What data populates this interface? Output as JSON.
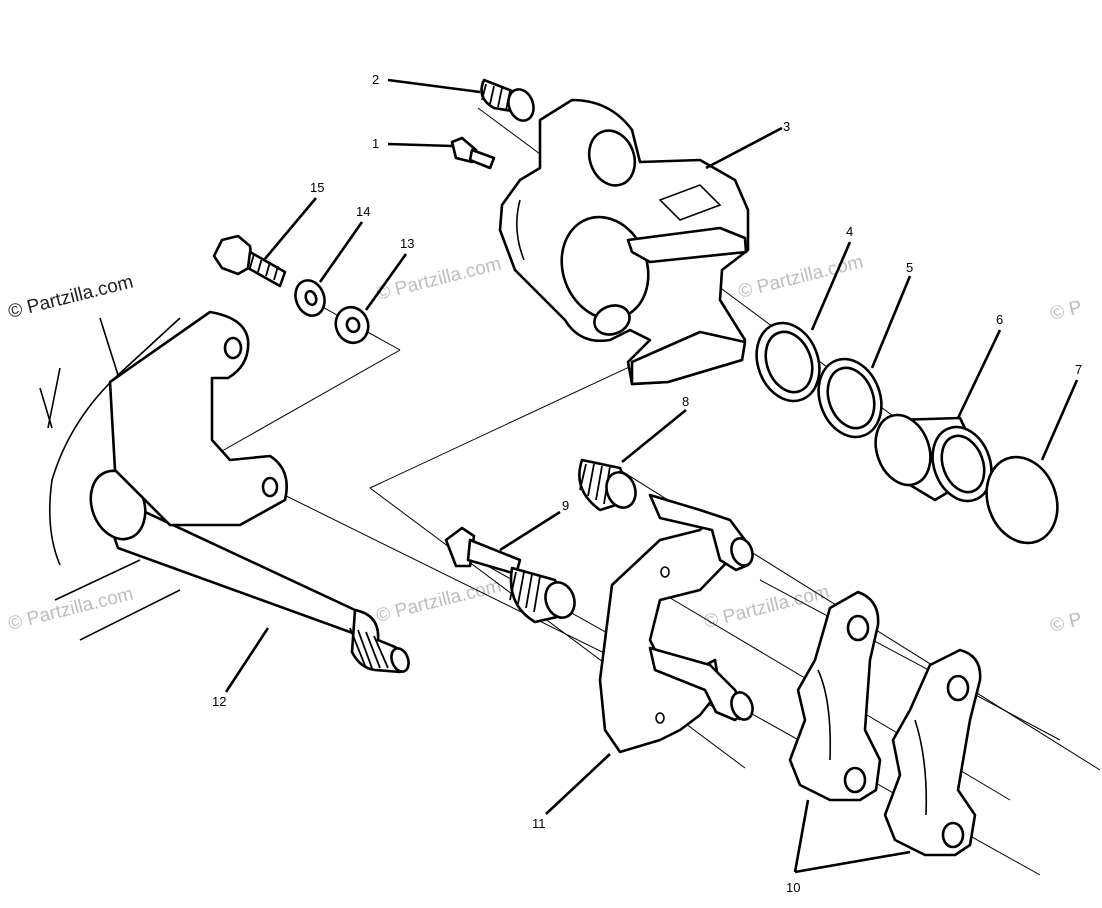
{
  "watermark": {
    "main": "© Partzilla.com",
    "faint": "© Partzilla.com",
    "edge": "© P"
  },
  "callouts": [
    {
      "id": "1",
      "label": "1"
    },
    {
      "id": "2",
      "label": "2"
    },
    {
      "id": "3",
      "label": "3"
    },
    {
      "id": "4",
      "label": "4"
    },
    {
      "id": "5",
      "label": "5"
    },
    {
      "id": "6",
      "label": "6"
    },
    {
      "id": "7",
      "label": "7"
    },
    {
      "id": "8",
      "label": "8"
    },
    {
      "id": "9",
      "label": "9"
    },
    {
      "id": "10",
      "label": "10"
    },
    {
      "id": "11",
      "label": "11"
    },
    {
      "id": "12",
      "label": "12"
    },
    {
      "id": "13",
      "label": "13"
    },
    {
      "id": "14",
      "label": "14"
    },
    {
      "id": "15",
      "label": "15"
    }
  ]
}
